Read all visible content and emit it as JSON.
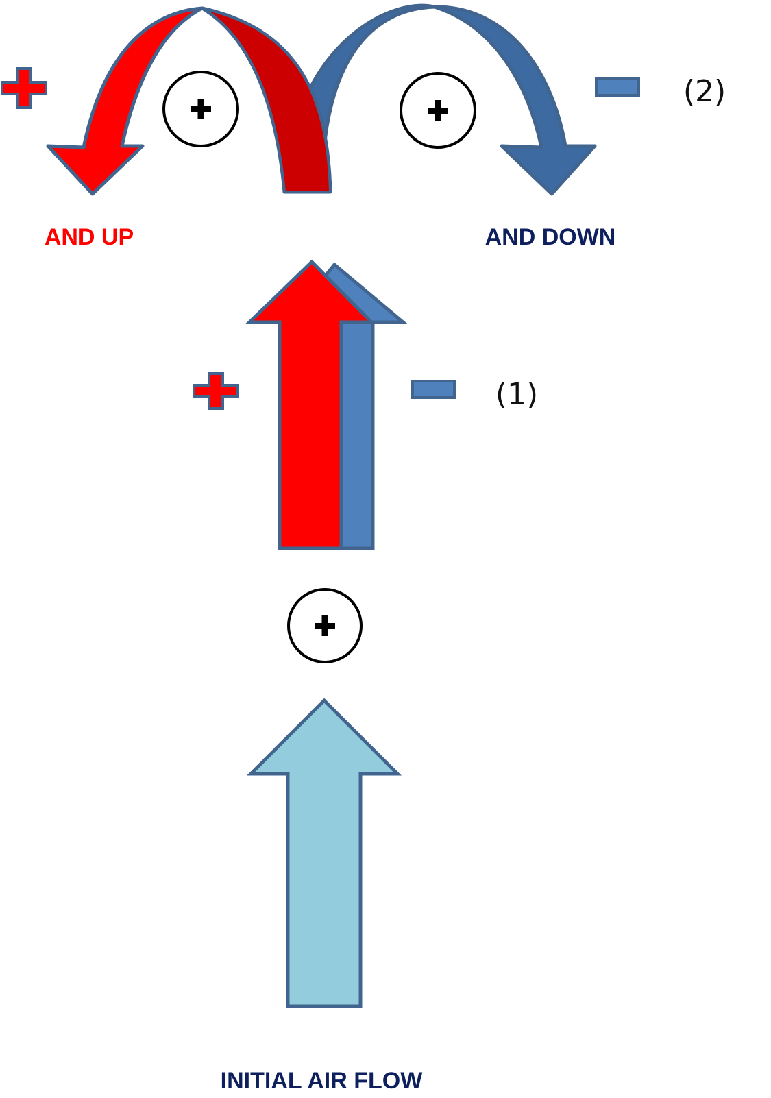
{
  "labels": {
    "and_up": "AND UP",
    "and_down": "AND DOWN",
    "initial_air_flow": "INITIAL AIR FLOW",
    "marker_1": "(1)",
    "marker_2": "(2)"
  },
  "colors": {
    "red": "#ff0000",
    "dark_red": "#cc0000",
    "blue": "#4f81bd",
    "dark_blue": "#375f91",
    "light_blue": "#93cddd",
    "outline": "#41658f",
    "navy_text": "#0d1f5c",
    "red_text": "#ff0000"
  },
  "icons": {
    "plus_sign": "plus-icon",
    "minus_sign": "minus-icon",
    "circled_plus": "circled-plus-icon"
  }
}
